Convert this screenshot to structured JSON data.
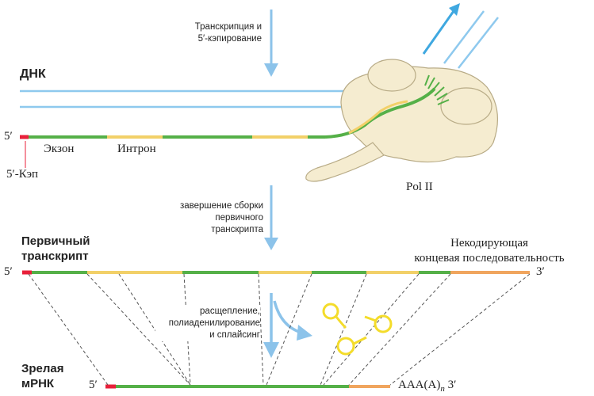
{
  "labels": {
    "step1_line1": "Транскрипция и",
    "step1_line2": "5′-кэпирование",
    "dna": "ДНК",
    "five_prime_1": "5′",
    "exon": "Экзон",
    "intron": "Интрон",
    "cap": "5′-Кэп",
    "pol": "Pol II",
    "step2_line1": "завершение сборки",
    "step2_line2": "первичного",
    "step2_line3": "транскрипта",
    "primary_line1": "Первичный",
    "primary_line2": "транскрипт",
    "five_prime_2": "5′",
    "noncoding_line1": "Некодирующая",
    "noncoding_line2": "концевая последовательность",
    "three_prime_1": "3′",
    "step3_line1": "расщепление,",
    "step3_line2": "полиаденилирование",
    "step3_line3": "и сплайсинг",
    "mature_line1": "Зрелая",
    "mature_line2": "мРНК",
    "five_prime_3": "5′",
    "polya_prefix": "AAA(A)",
    "polya_sub": "n",
    "three_prime_2": "3′"
  },
  "colors": {
    "dna_strand": "#8ec9ee",
    "arrow": "#8cc3ea",
    "rna_green": "#55b048",
    "intron_yellow": "#f2d068",
    "cap_red": "#e8203a",
    "tail_orange": "#f0a55e",
    "polymerase": "#f5ecd0",
    "polymerase_edge": "#b8ab86",
    "lasso": "#f4dc2a"
  }
}
